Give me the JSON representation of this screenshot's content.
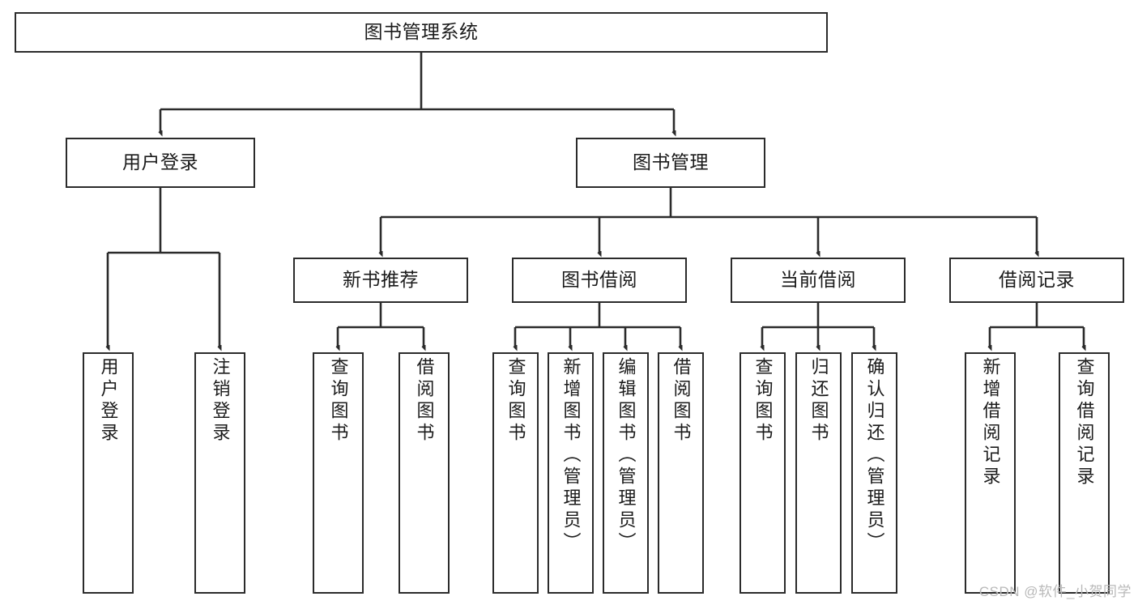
{
  "diagram": {
    "title": "图书管理系统",
    "type": "hierarchy-tree",
    "orientation": "top-down",
    "colors": {
      "background": "#ffffff",
      "node_border": "#2b2b2b",
      "node_fill": "#ffffff",
      "connector": "#2b2b2b",
      "text": "#1b1b1b",
      "watermark": "#b9b9b9"
    },
    "watermark": "CSDN @软件_小贺同学",
    "nodes": {
      "root": {
        "label": "图书管理系统",
        "level": 1,
        "text_direction": "horizontal"
      },
      "l2": [
        {
          "id": "user-login",
          "label": "用户登录",
          "level": 2,
          "text_direction": "horizontal"
        },
        {
          "id": "book-manage",
          "label": "图书管理",
          "level": 2,
          "text_direction": "horizontal"
        }
      ],
      "l3": [
        {
          "id": "new-book-recommend",
          "label": "新书推荐",
          "level": 3,
          "text_direction": "horizontal",
          "parent": "book-manage"
        },
        {
          "id": "book-borrow",
          "label": "图书借阅",
          "level": 3,
          "text_direction": "horizontal",
          "parent": "book-manage"
        },
        {
          "id": "current-borrow",
          "label": "当前借阅",
          "level": 3,
          "text_direction": "horizontal",
          "parent": "book-manage"
        },
        {
          "id": "borrow-record",
          "label": "借阅记录",
          "level": 3,
          "text_direction": "horizontal",
          "parent": "book-manage"
        }
      ],
      "leaves": [
        {
          "id": "leaf-user-login",
          "label": "用户登录",
          "parent": "user-login",
          "text_direction": "vertical"
        },
        {
          "id": "leaf-logout-login",
          "label": "注销登录",
          "parent": "user-login",
          "text_direction": "vertical"
        },
        {
          "id": "leaf-query-book-1",
          "label": "查询图书",
          "parent": "new-book-recommend",
          "text_direction": "vertical"
        },
        {
          "id": "leaf-borrow-book-1",
          "label": "借阅图书",
          "parent": "new-book-recommend",
          "text_direction": "vertical"
        },
        {
          "id": "leaf-query-book-2",
          "label": "查询图书",
          "parent": "book-borrow",
          "text_direction": "vertical"
        },
        {
          "id": "leaf-add-book-admin",
          "label": "新增图书（管理员）",
          "parent": "book-borrow",
          "text_direction": "vertical"
        },
        {
          "id": "leaf-edit-book-admin",
          "label": "编辑图书（管理员）",
          "parent": "book-borrow",
          "text_direction": "vertical"
        },
        {
          "id": "leaf-borrow-book-2",
          "label": "借阅图书",
          "parent": "book-borrow",
          "text_direction": "vertical"
        },
        {
          "id": "leaf-query-book-3",
          "label": "查询图书",
          "parent": "current-borrow",
          "text_direction": "vertical"
        },
        {
          "id": "leaf-return-book",
          "label": "归还图书",
          "parent": "current-borrow",
          "text_direction": "vertical"
        },
        {
          "id": "leaf-confirm-return-admin",
          "label": "确认归还（管理员）",
          "parent": "current-borrow",
          "text_direction": "vertical"
        },
        {
          "id": "leaf-add-borrow-record",
          "label": "新增借阅记录",
          "parent": "borrow-record",
          "text_direction": "vertical"
        },
        {
          "id": "leaf-query-borrow-record",
          "label": "查询借阅记录",
          "parent": "borrow-record",
          "text_direction": "vertical"
        }
      ]
    }
  }
}
